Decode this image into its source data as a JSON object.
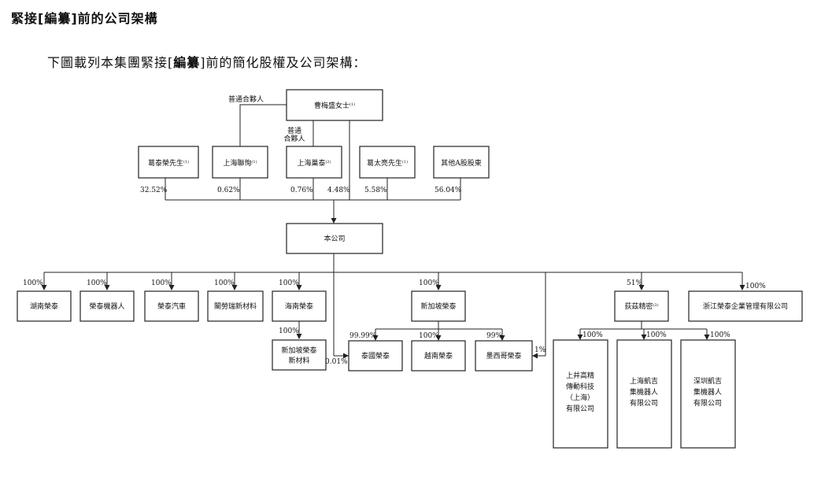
{
  "heading": {
    "pre": "緊接[",
    "strong": "編纂",
    "post": "]前的公司架構"
  },
  "intro": {
    "pre": "下圖載列本集團緊接[",
    "strong": "編纂",
    "post": "]前的簡化股權及公司架構："
  },
  "nodes": {
    "cao": {
      "label": "曹梅盛女士",
      "note": "(1)"
    },
    "ge_rong": {
      "label": "葛泰榮先生",
      "note": "(1)"
    },
    "sh_lianxun": {
      "label": "上海聯恂",
      "note": "(1)"
    },
    "sh_chaotai": {
      "label": "上海巢泰",
      "note": "(2)"
    },
    "ge_liang": {
      "label": "葛太亮先生",
      "note": "(1)"
    },
    "other_a": {
      "label": "其他A股股東"
    },
    "company": {
      "label": "本公司"
    },
    "hunan": {
      "label": "湖南榮泰"
    },
    "robot": {
      "label": "榮泰機器人"
    },
    "auto": {
      "label": "榮泰汽車"
    },
    "material": {
      "label": "閣勞瑞新材料"
    },
    "hainan": {
      "label": "海南榮泰"
    },
    "sg": {
      "label": "新加坡榮泰"
    },
    "disi": {
      "label": "荻茲精密",
      "note": "(3)"
    },
    "zhejiang": {
      "label": "浙江榮泰企業管理有限公司"
    },
    "sg_material": {
      "lines": [
        "新加坡榮泰",
        "新材料"
      ]
    },
    "thai": {
      "label": "泰國榮泰"
    },
    "vietnam": {
      "label": "越南榮泰"
    },
    "mexico": {
      "label": "墨西哥榮泰"
    },
    "shangjing": {
      "lines": [
        "上井高精",
        "傳動科技",
        "（上海）",
        "有限公司"
      ]
    },
    "kaiji_sh": {
      "lines": [
        "上海凱吉",
        "集機器人",
        "有限公司"
      ]
    },
    "kaiji_sz": {
      "lines": [
        "深圳凱吉",
        "集機器人",
        "有限公司"
      ]
    }
  },
  "labels": {
    "gp1": "普通合夥人",
    "gp2": [
      "普通",
      "合夥人"
    ],
    "p_ge_rong": "32.52%",
    "p_lianxun": "0.62%",
    "p_chaotai": "0.76%",
    "p_cao": "4.48%",
    "p_ge_liang": "5.58%",
    "p_other": "56.04%",
    "p_hunan": "100%",
    "p_robot": "100%",
    "p_auto": "100%",
    "p_material": "100%",
    "p_hainan": "100%",
    "p_sg": "100%",
    "p_disi": "51%",
    "p_zhejiang": "100%",
    "p_sgmat": "100%",
    "p_thai_sg": "99.99%",
    "p_vietnam": "100%",
    "p_mexico": "99%",
    "p_thai_co": "0.01%",
    "p_mexico_co": "1%",
    "p_shangjing": "100%",
    "p_kaiji_sh": "100%",
    "p_kaiji_sz": "100%"
  }
}
